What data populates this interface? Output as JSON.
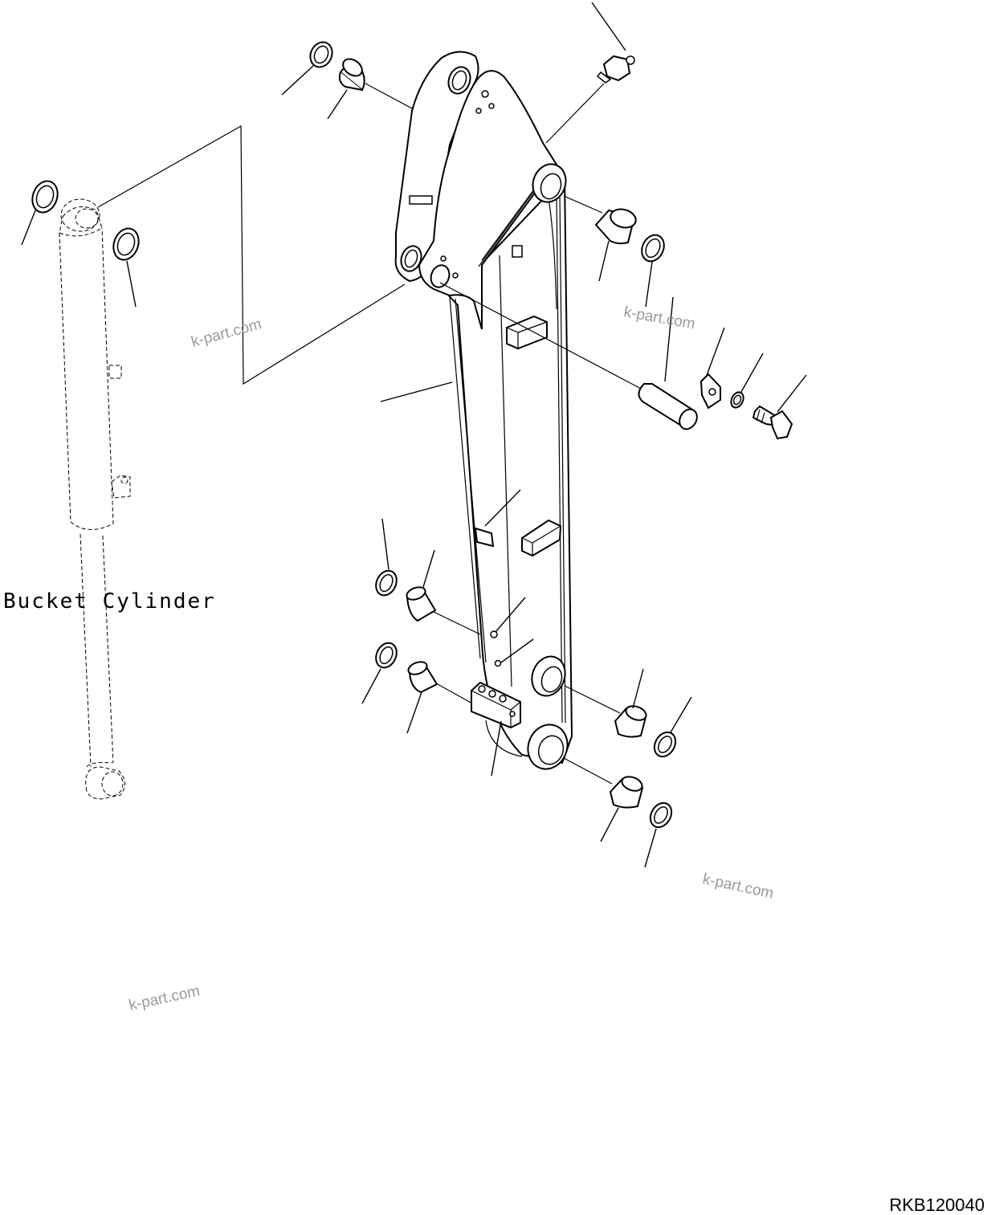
{
  "diagram": {
    "component_label": "Bucket Cylinder",
    "drawing_code": "RKB120040",
    "watermarks": [
      "k-part.com",
      "k-part.com",
      "k-part.com",
      "k-part.com"
    ]
  }
}
